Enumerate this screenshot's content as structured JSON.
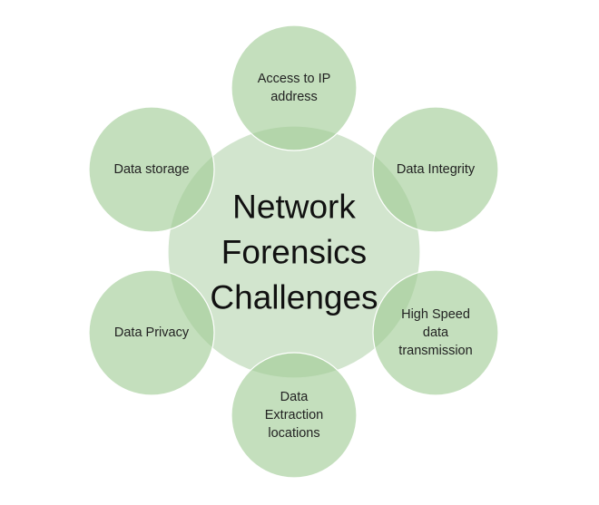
{
  "center": {
    "lines": [
      "Network",
      "Forensics",
      "Challenges"
    ]
  },
  "nodes": [
    {
      "id": "access-ip",
      "lines": [
        "Access to IP",
        "address"
      ]
    },
    {
      "id": "data-integrity",
      "lines": [
        "Data Integrity"
      ]
    },
    {
      "id": "high-speed",
      "lines": [
        "High Speed",
        "data",
        "transmission"
      ]
    },
    {
      "id": "data-extraction",
      "lines": [
        "Data",
        "Extraction",
        "locations"
      ]
    },
    {
      "id": "data-privacy",
      "lines": [
        "Data Privacy"
      ]
    },
    {
      "id": "data-storage",
      "lines": [
        "Data storage"
      ]
    }
  ],
  "colors": {
    "outer_fill": "#9fcb94",
    "center_fill": "#c5dec0",
    "text": "#222222"
  }
}
